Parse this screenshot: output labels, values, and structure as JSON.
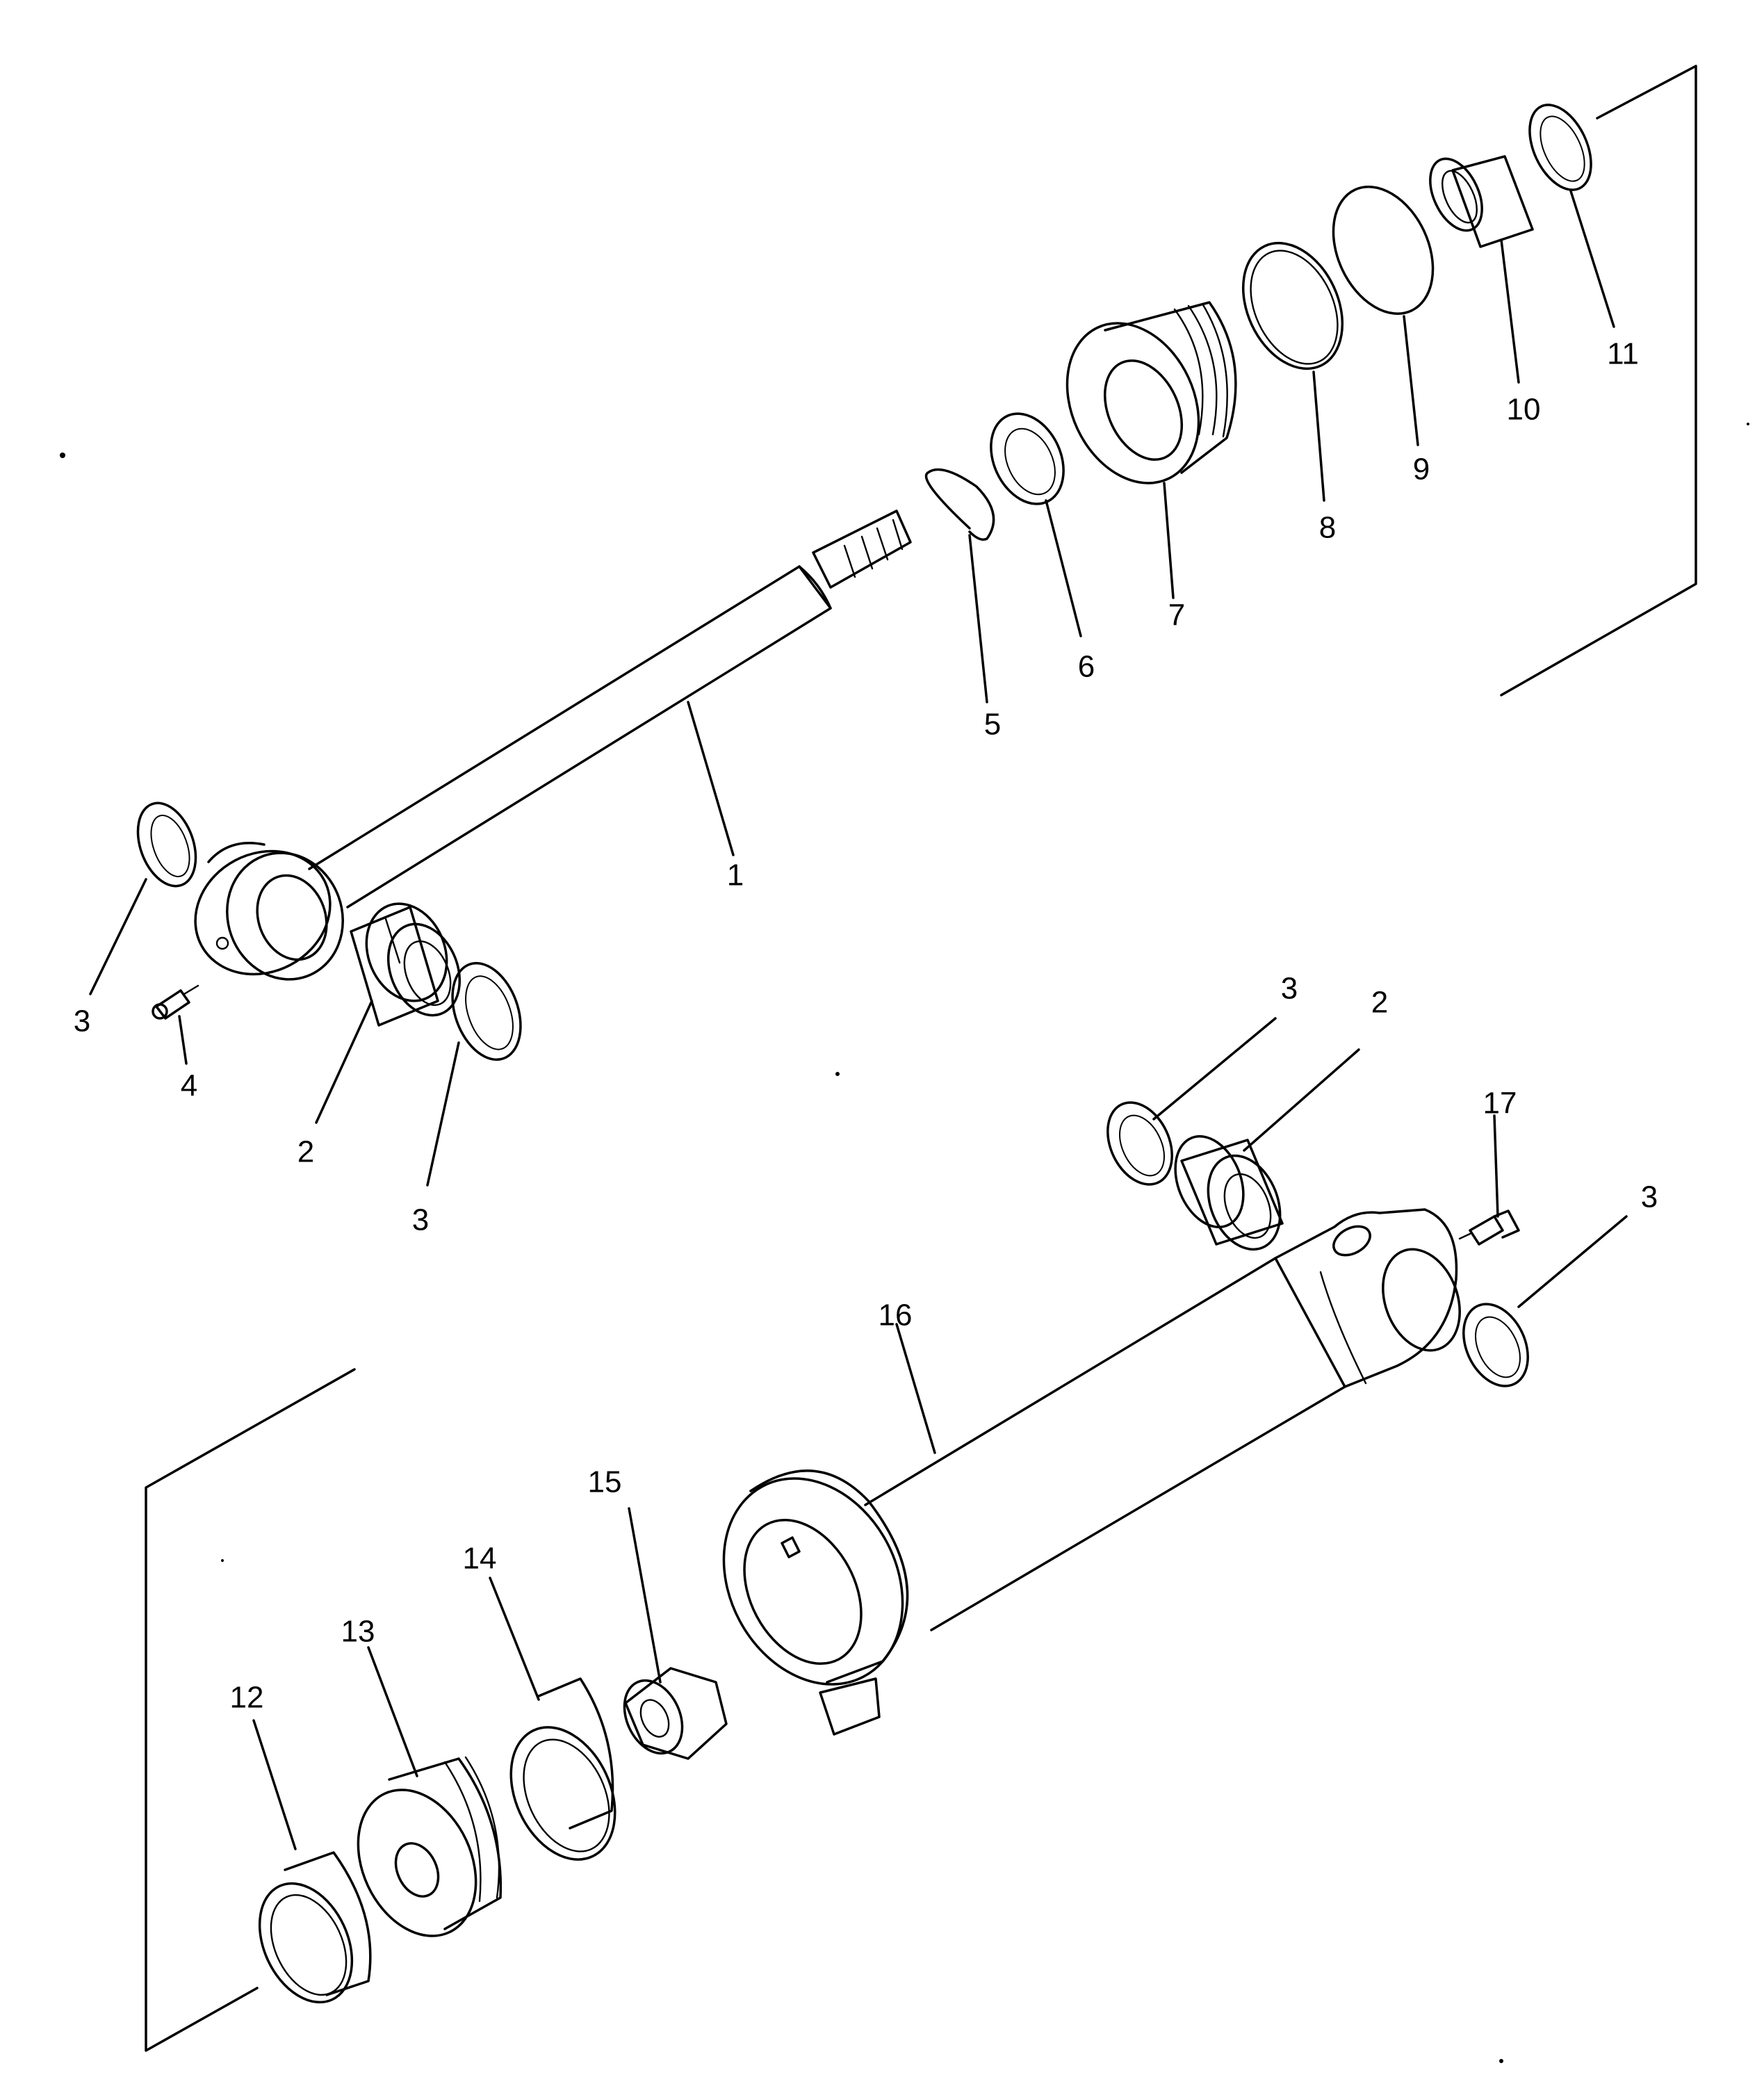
{
  "callouts": [
    {
      "id": "c1",
      "label": "1"
    },
    {
      "id": "c2a",
      "label": "2"
    },
    {
      "id": "c2b",
      "label": "2"
    },
    {
      "id": "c3a",
      "label": "3"
    },
    {
      "id": "c3b",
      "label": "3"
    },
    {
      "id": "c3c",
      "label": "3"
    },
    {
      "id": "c3d",
      "label": "3"
    },
    {
      "id": "c4",
      "label": "4"
    },
    {
      "id": "c5",
      "label": "5"
    },
    {
      "id": "c6",
      "label": "6"
    },
    {
      "id": "c7",
      "label": "7"
    },
    {
      "id": "c8",
      "label": "8"
    },
    {
      "id": "c9",
      "label": "9"
    },
    {
      "id": "c10",
      "label": "10"
    },
    {
      "id": "c11",
      "label": "11"
    },
    {
      "id": "c12",
      "label": "12"
    },
    {
      "id": "c13",
      "label": "13"
    },
    {
      "id": "c14",
      "label": "14"
    },
    {
      "id": "c15",
      "label": "15"
    },
    {
      "id": "c16",
      "label": "16"
    },
    {
      "id": "c17",
      "label": "17"
    }
  ]
}
